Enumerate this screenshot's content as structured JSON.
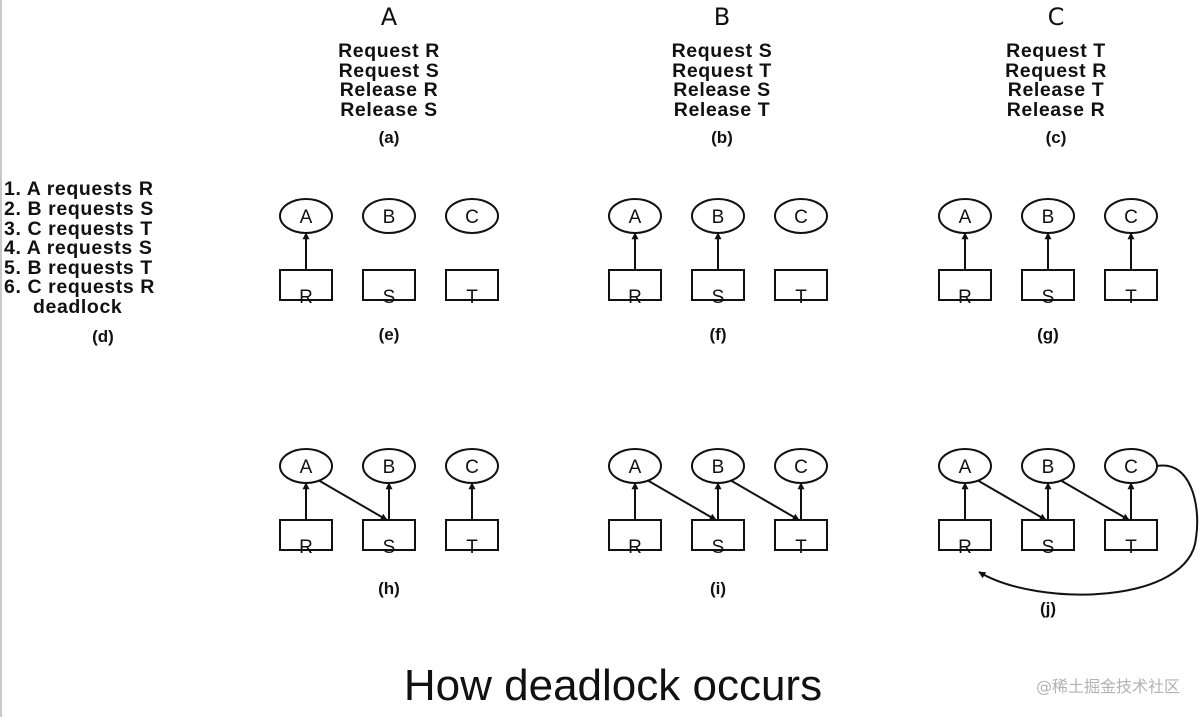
{
  "processes": [
    {
      "name": "A",
      "code": [
        "Request R",
        "Request S",
        "Release R",
        "Release S"
      ],
      "caption": "(a)"
    },
    {
      "name": "B",
      "code": [
        "Request S",
        "Request T",
        "Release S",
        "Release T"
      ],
      "caption": "(b)"
    },
    {
      "name": "C",
      "code": [
        "Request T",
        "Request R",
        "Release T",
        "Release R"
      ],
      "caption": "(c)"
    }
  ],
  "sequence": {
    "steps": [
      "1. A requests R",
      "2. B requests S",
      "3. C requests T",
      "4. A requests S",
      "5. B requests T",
      "6. C requests R",
      "deadlock"
    ],
    "caption": "(d)"
  },
  "graphs": [
    {
      "caption": "(e)",
      "process_nodes": [
        "A",
        "B",
        "C"
      ],
      "resource_nodes": [
        "R",
        "S",
        "T"
      ],
      "edges": [
        {
          "from": "R",
          "to": "A"
        }
      ]
    },
    {
      "caption": "(f)",
      "process_nodes": [
        "A",
        "B",
        "C"
      ],
      "resource_nodes": [
        "R",
        "S",
        "T"
      ],
      "edges": [
        {
          "from": "R",
          "to": "A"
        },
        {
          "from": "S",
          "to": "B"
        }
      ]
    },
    {
      "caption": "(g)",
      "process_nodes": [
        "A",
        "B",
        "C"
      ],
      "resource_nodes": [
        "R",
        "S",
        "T"
      ],
      "edges": [
        {
          "from": "R",
          "to": "A"
        },
        {
          "from": "S",
          "to": "B"
        },
        {
          "from": "T",
          "to": "C"
        }
      ]
    },
    {
      "caption": "(h)",
      "process_nodes": [
        "A",
        "B",
        "C"
      ],
      "resource_nodes": [
        "R",
        "S",
        "T"
      ],
      "edges": [
        {
          "from": "R",
          "to": "A"
        },
        {
          "from": "S",
          "to": "B"
        },
        {
          "from": "T",
          "to": "C"
        },
        {
          "from": "A",
          "to": "S"
        }
      ]
    },
    {
      "caption": "(i)",
      "process_nodes": [
        "A",
        "B",
        "C"
      ],
      "resource_nodes": [
        "R",
        "S",
        "T"
      ],
      "edges": [
        {
          "from": "R",
          "to": "A"
        },
        {
          "from": "S",
          "to": "B"
        },
        {
          "from": "T",
          "to": "C"
        },
        {
          "from": "A",
          "to": "S"
        },
        {
          "from": "B",
          "to": "T"
        }
      ]
    },
    {
      "caption": "(j)",
      "process_nodes": [
        "A",
        "B",
        "C"
      ],
      "resource_nodes": [
        "R",
        "S",
        "T"
      ],
      "edges": [
        {
          "from": "R",
          "to": "A"
        },
        {
          "from": "S",
          "to": "B"
        },
        {
          "from": "T",
          "to": "C"
        },
        {
          "from": "A",
          "to": "S"
        },
        {
          "from": "B",
          "to": "T"
        },
        {
          "from": "C",
          "to": "R"
        }
      ]
    }
  ],
  "title": "How deadlock occurs",
  "watermark": "@稀土掘金技术社区"
}
